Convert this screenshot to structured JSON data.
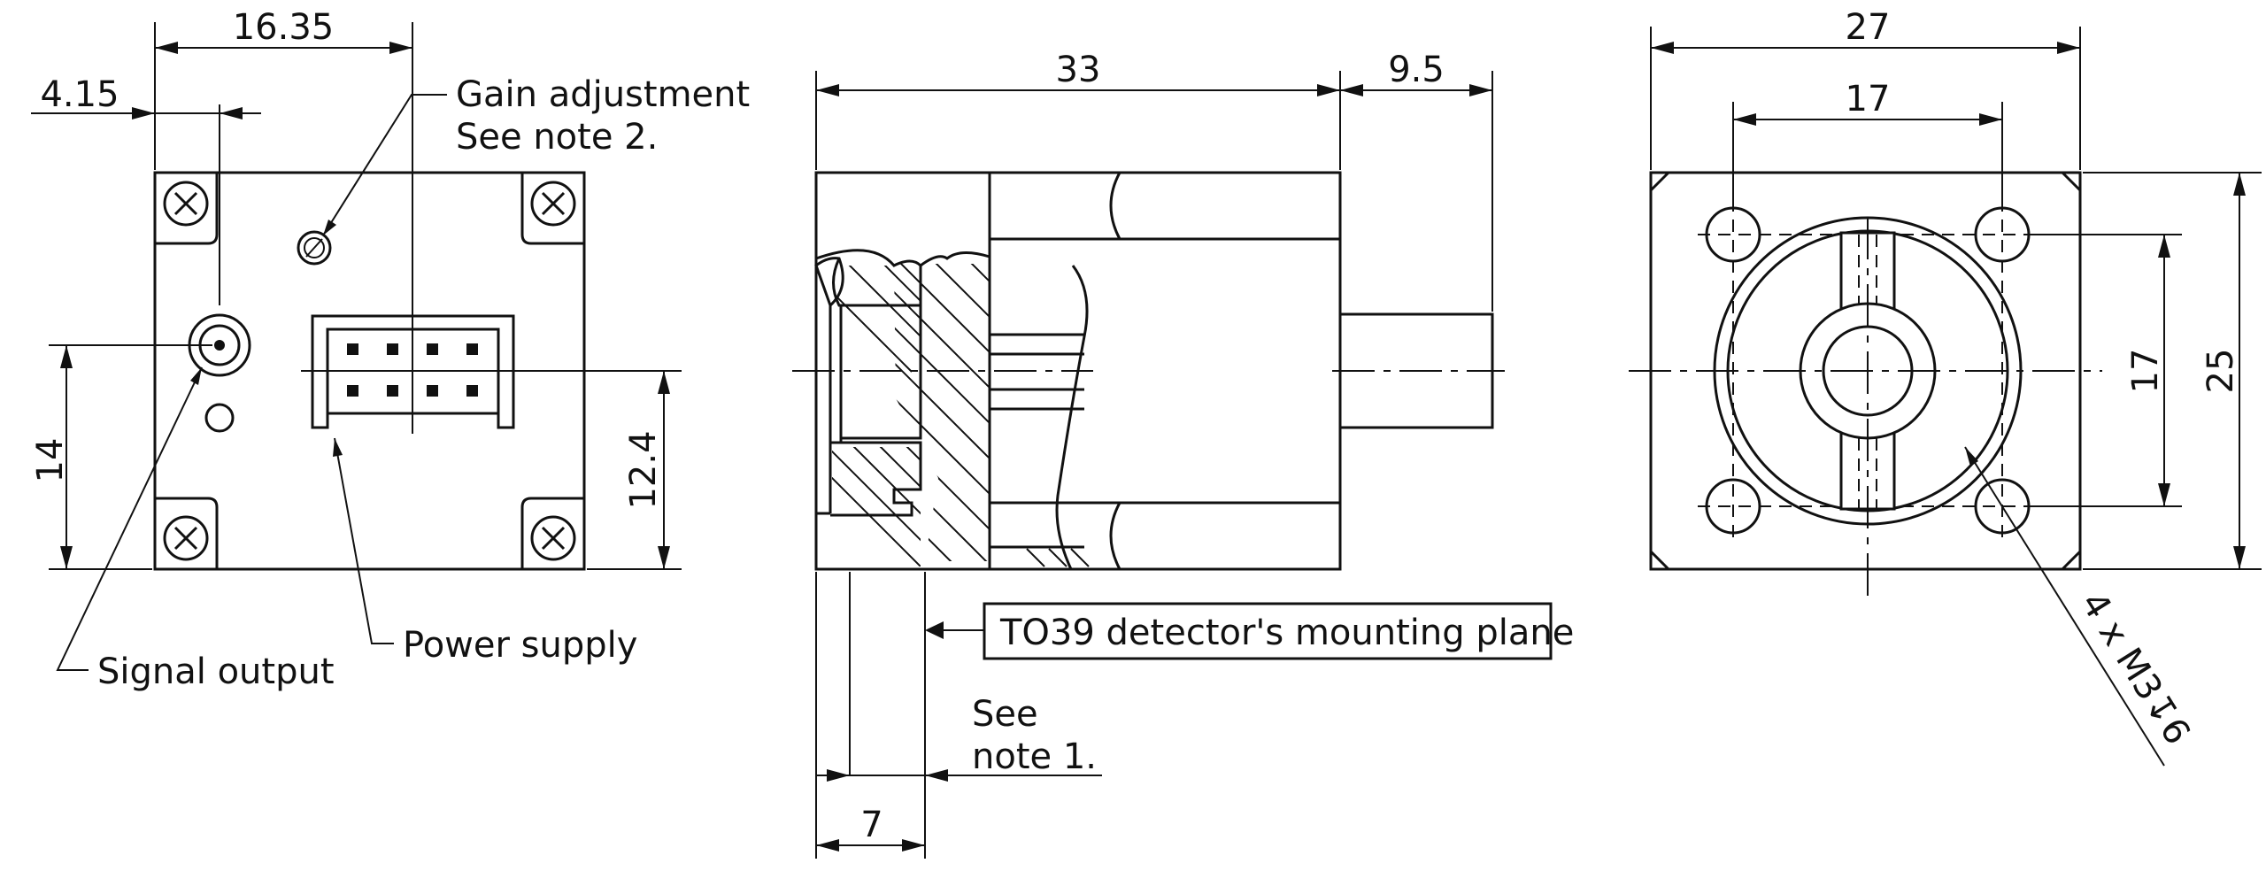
{
  "dimensions": {
    "front_width": "16.35",
    "front_offset": "4.15",
    "front_height_left": "14",
    "front_height_right": "12.4",
    "side_body_length": "33",
    "side_connector_length": "9.5",
    "side_depth": "7",
    "end_width": "27",
    "end_hole_spacing_h": "17",
    "end_hole_spacing_v": "17",
    "end_height": "25"
  },
  "labels": {
    "gain_line1": "Gain adjustment",
    "gain_line2": "See note 2.",
    "power_supply": "Power supply",
    "signal_output": "Signal output",
    "mounting_plane": "TO39 detector's mounting plane",
    "note1_line1": "See",
    "note1_line2": "note 1.",
    "thread_callout": "4 x M3↧6"
  }
}
